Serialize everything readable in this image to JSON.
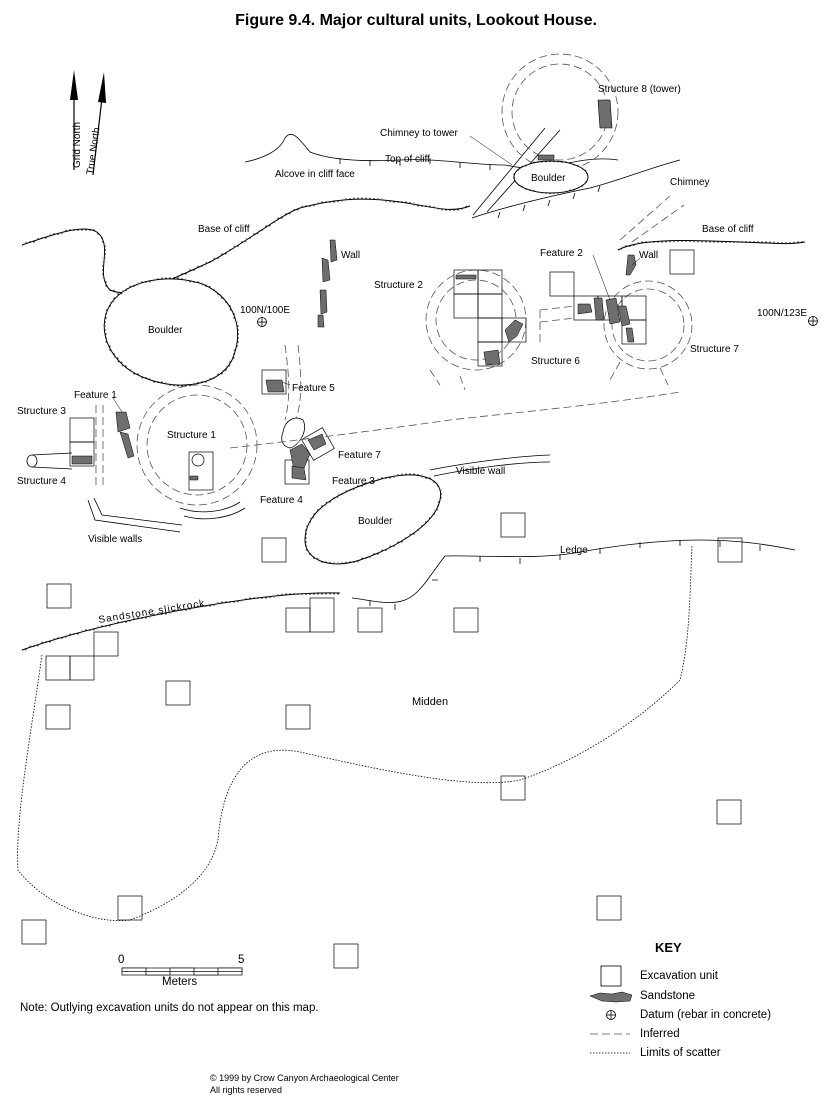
{
  "figure": {
    "title": "Figure 9.4.  Major cultural units, Lookout House."
  },
  "north_arrows": [
    "Grid North",
    "True North"
  ],
  "labels": {
    "structure8": "Structure 8 (tower)",
    "chimney_to_tower": "Chimney to tower",
    "top_of_cliff": "Top of cliff",
    "alcove": "Alcove in cliff face",
    "boulder_top": "Boulder",
    "chimney": "Chimney",
    "base_of_cliff_left": "Base of cliff",
    "base_of_cliff_right": "Base of cliff",
    "wall_left": "Wall",
    "wall_right": "Wall",
    "feature2": "Feature 2",
    "structure2": "Structure 2",
    "datum1": "100N/100E",
    "datum2": "100N/123E",
    "boulder_left": "Boulder",
    "structure6": "Structure 6",
    "structure7": "Structure 7",
    "feature5": "Feature 5",
    "feature1": "Feature 1",
    "structure3": "Structure 3",
    "structure1": "Structure 1",
    "feature7": "Feature 7",
    "feature3": "Feature 3",
    "structure4": "Structure 4",
    "feature4": "Feature 4",
    "visible_wall": "Visible wall",
    "boulder_center": "Boulder",
    "visible_walls": "Visible walls",
    "ledge": "Ledge",
    "sandstone_slickrock": "Sandstone slickrock",
    "midden": "Midden"
  },
  "scale_bar": {
    "min_label": "0",
    "max_label": "5",
    "unit_label": "Meters"
  },
  "note": "Note: Outlying excavation units do not appear on this map.",
  "key": {
    "title": "KEY",
    "items": [
      {
        "symbol": "square",
        "label": "Excavation unit"
      },
      {
        "symbol": "stone",
        "label": "Sandstone"
      },
      {
        "symbol": "datum",
        "label": "Datum (rebar in concrete)"
      },
      {
        "symbol": "dashed",
        "label": "Inferred"
      },
      {
        "symbol": "dotted",
        "label": "Limits of scatter"
      }
    ]
  },
  "copyright": {
    "line1": "© 1999 by Crow Canyon Archaeological Center",
    "line2": "All rights reserved"
  },
  "colors": {
    "sandstone_fill": "#6e6e6e",
    "line": "#000000",
    "inferred_line": "#555555"
  }
}
